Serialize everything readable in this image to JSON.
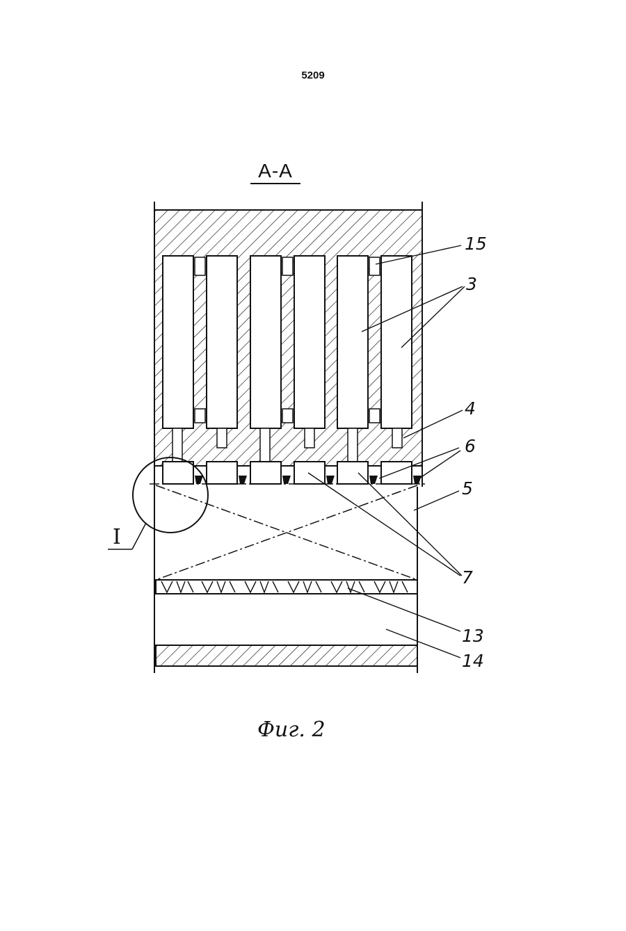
{
  "page": {
    "number": "5209"
  },
  "drawing": {
    "section_label": "A-A",
    "caption": "Фиг. 2",
    "detail_label": "I",
    "callouts": [
      "15",
      "3",
      "4",
      "6",
      "5",
      "7",
      "13",
      "14"
    ]
  },
  "colors": {
    "ink": "#111111",
    "paper": "#ffffff"
  }
}
